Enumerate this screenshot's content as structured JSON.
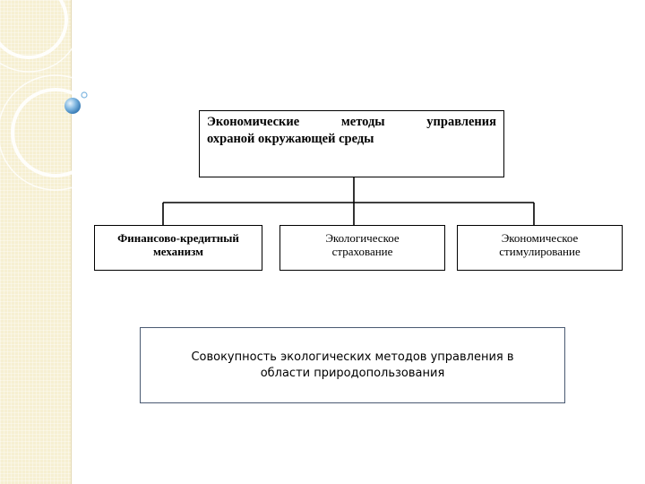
{
  "diagram": {
    "top": {
      "line1_words": [
        "Экономические",
        "методы",
        "управления"
      ],
      "line2": "охраной окружающей среды"
    },
    "children": [
      {
        "lines": [
          "Финансово-кредитный",
          "механизм"
        ]
      },
      {
        "lines": [
          "Экологическое",
          "страхование"
        ]
      },
      {
        "lines": [
          "Экономическое",
          "стимулирование"
        ]
      }
    ]
  },
  "caption": {
    "line1": "Совокупность экологических методов управления в",
    "line2": "области природопользования"
  },
  "colors": {
    "side_band": "#f6efd2",
    "orb": "#7fb6e0",
    "caption_border": "#4a5a72"
  }
}
